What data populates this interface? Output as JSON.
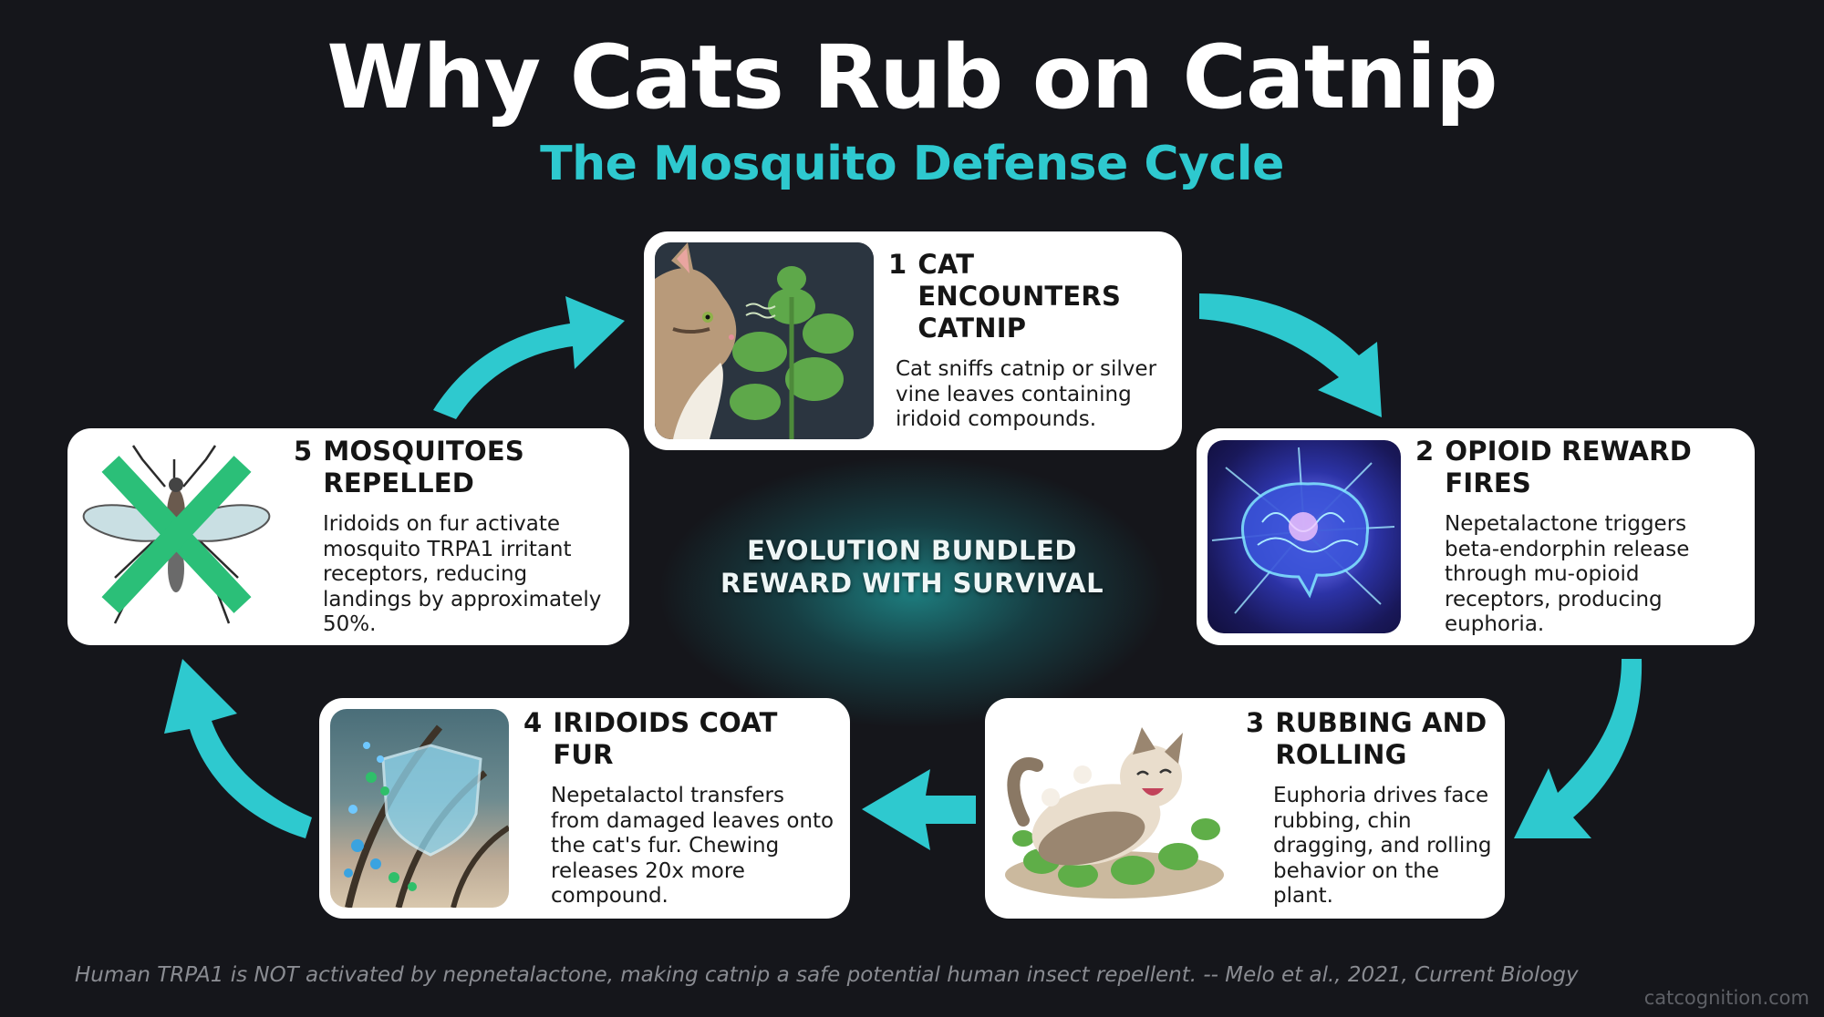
{
  "header": {
    "title": "Why Cats Rub on Catnip",
    "subtitle": "The Mosquito Defense Cycle"
  },
  "center": {
    "line1": "EVOLUTION BUNDLED",
    "line2": "REWARD WITH SURVIVAL"
  },
  "steps": [
    {
      "number": "1",
      "title": "CAT ENCOUNTERS CATNIP",
      "description": "Cat sniffs catnip or silver vine leaves containing iridoid compounds.",
      "image": "cat-sniffing-catnip-illustration"
    },
    {
      "number": "2",
      "title": "OPIOID REWARD FIRES",
      "description": "Nepetalactone triggers beta-endorphin release through mu-opioid receptors, producing euphoria.",
      "image": "glowing-brain-illustration"
    },
    {
      "number": "3",
      "title": "RUBBING AND ROLLING",
      "description": "Euphoria drives face rubbing, chin dragging, and rolling behavior on the plant.",
      "image": "cat-rolling-in-catnip-illustration"
    },
    {
      "number": "4",
      "title": "IRIDOIDS COAT FUR",
      "description": "Nepetalactol transfers from damaged leaves onto the cat's fur. Chewing releases 20x more compound.",
      "image": "fur-shield-molecules-illustration"
    },
    {
      "number": "5",
      "title": "MOSQUITOES REPELLED",
      "description": "Iridoids on fur activate mosquito TRPA1 irritant receptors, reducing landings by approximately 50%.",
      "image": "mosquito-crossed-out-illustration"
    }
  ],
  "footer": {
    "note": "Human TRPA1 is NOT activated by nepnetalactone, making catnip a safe potential human insect repellent. -- Melo et al., 2021, Current Biology",
    "watermark": "catcognition.com"
  },
  "colors": {
    "background": "#15161b",
    "accent": "#2ec9cf",
    "card": "#ffffff",
    "x_mark": "#22b573"
  }
}
